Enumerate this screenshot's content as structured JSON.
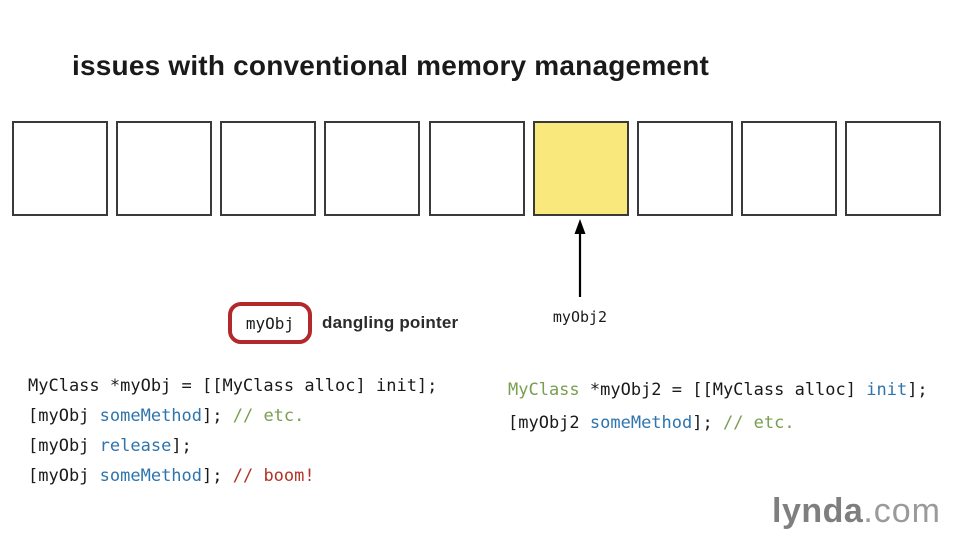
{
  "title": "issues with conventional memory management",
  "memory": {
    "cells": [
      {
        "highlighted": false
      },
      {
        "highlighted": false
      },
      {
        "highlighted": false
      },
      {
        "highlighted": false
      },
      {
        "highlighted": false
      },
      {
        "highlighted": true
      },
      {
        "highlighted": false
      },
      {
        "highlighted": false
      },
      {
        "highlighted": false
      }
    ]
  },
  "pointer_diagram": {
    "myobj_label": "myObj",
    "dangling_label": "dangling pointer",
    "myobj2_label": "myObj2"
  },
  "code_left": {
    "lines": [
      {
        "tokens": [
          {
            "t": "MyClass *myObj = [[MyClass alloc] init];",
            "c": "plain"
          }
        ]
      },
      {
        "tokens": [
          {
            "t": "[myObj ",
            "c": "plain"
          },
          {
            "t": "someMethod",
            "c": "blue"
          },
          {
            "t": "]; ",
            "c": "plain"
          },
          {
            "t": "// etc.",
            "c": "green"
          }
        ]
      },
      {
        "tokens": [
          {
            "t": "[myObj ",
            "c": "plain"
          },
          {
            "t": "release",
            "c": "blue"
          },
          {
            "t": "];",
            "c": "plain"
          }
        ]
      },
      {
        "tokens": [
          {
            "t": "[myObj ",
            "c": "plain"
          },
          {
            "t": "someMethod",
            "c": "blue"
          },
          {
            "t": "]; ",
            "c": "plain"
          },
          {
            "t": "// boom!",
            "c": "red"
          }
        ]
      }
    ]
  },
  "code_right": {
    "lines": [
      {
        "tokens": [
          {
            "t": "MyClass",
            "c": "green"
          },
          {
            "t": " *myObj2 = [[MyClass alloc] ",
            "c": "plain"
          },
          {
            "t": "init",
            "c": "blue"
          },
          {
            "t": "];",
            "c": "plain"
          }
        ]
      },
      {
        "tokens": [
          {
            "t": "[myObj2 ",
            "c": "plain"
          },
          {
            "t": "someMethod",
            "c": "blue"
          },
          {
            "t": "]; ",
            "c": "plain"
          },
          {
            "t": "// etc.",
            "c": "green"
          }
        ]
      }
    ]
  },
  "logo": {
    "bold": "lynda",
    "light": ".com"
  },
  "colors": {
    "highlight_yellow": "#f9e87b",
    "cell_border": "#3a3a3a",
    "pointer_box_red": "#b1292b",
    "code_blue": "#2e74ad",
    "code_green": "#7a9e51",
    "code_red": "#b03425",
    "logo_gray_bold": "#7f7f7f",
    "logo_gray_light": "#9a9a9a"
  }
}
